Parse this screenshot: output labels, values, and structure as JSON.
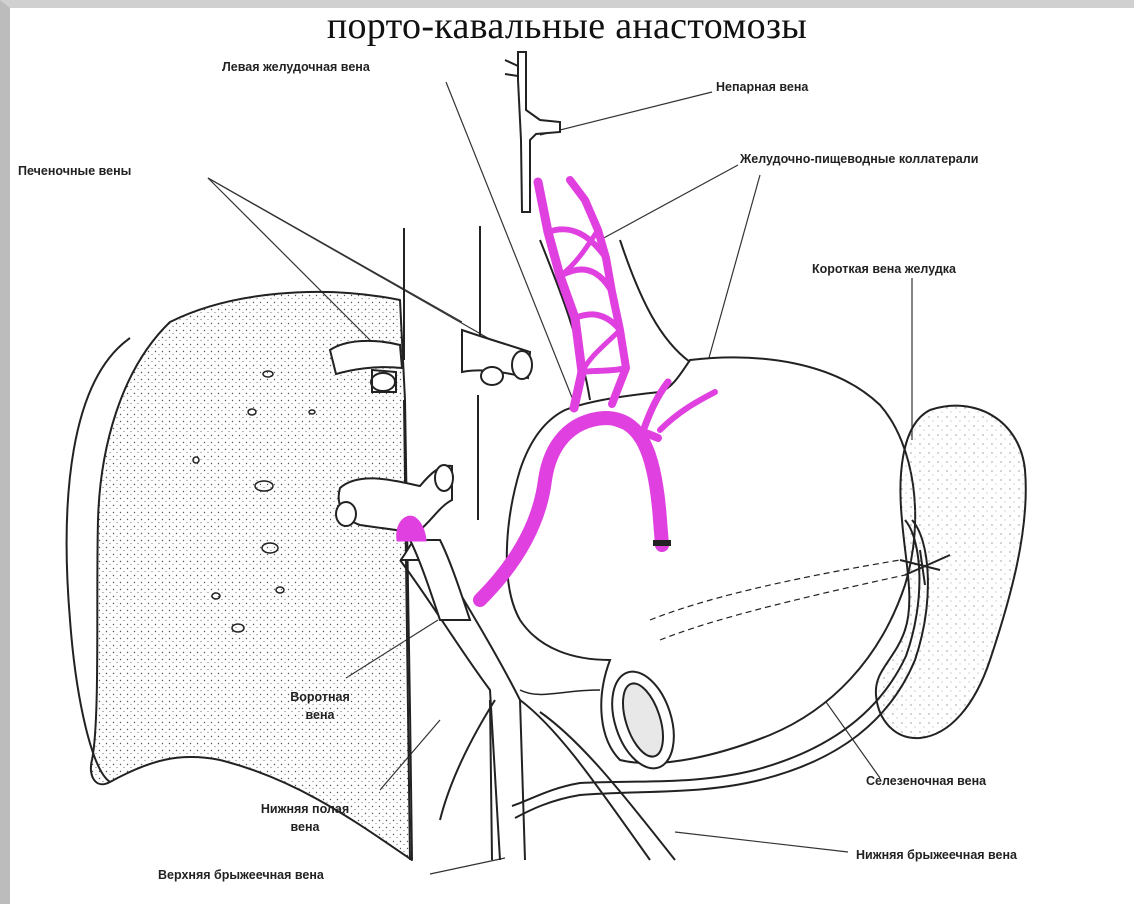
{
  "title": "порто-кавальные анастомозы",
  "labels": {
    "left_gastric_vein": "Левая желудочная вена",
    "azygos_vein": "Непарная вена",
    "hepatic_veins": "Печеночные вены",
    "gastroesophageal_collaterals": "Желудочно-пищеводные коллатерали",
    "short_gastric_vein": "Короткая вена желудка",
    "portal_vein_1": "Воротная",
    "portal_vein_2": "вена",
    "ivc_1": "Нижняя полая",
    "ivc_2": "вена",
    "splenic_vein": "Селезеночная вена",
    "inferior_mesenteric_vein": "Нижняя брыжеечная вена",
    "superior_mesenteric_vein": "Верхняя брыжеечная вена"
  },
  "colors": {
    "highlight_vein": "#e040e0",
    "outline": "#222222",
    "background": "#ffffff"
  }
}
